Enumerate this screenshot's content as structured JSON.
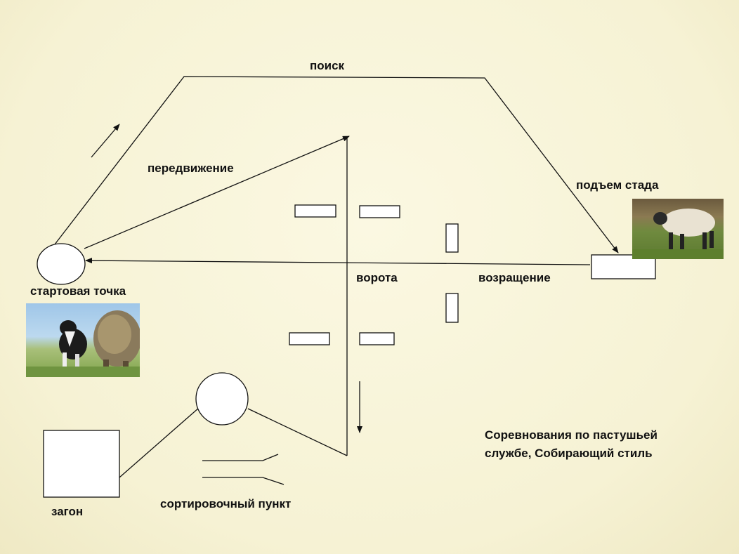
{
  "labels": {
    "search": "поиск",
    "outrun_move": "передвижение",
    "lift": "подъем стада",
    "start_point": "стартовая точка",
    "gates": "ворота",
    "return": "возращение",
    "shedding_point": "сортировочный пункт",
    "pen": "загон",
    "caption_line1": "Соревнования по пастушьей",
    "caption_line2": "службе, Собирающий стиль"
  },
  "photos": {
    "dog_and_sheep": "dog-and-sheep-photo",
    "sheep": "sheep-photo"
  }
}
